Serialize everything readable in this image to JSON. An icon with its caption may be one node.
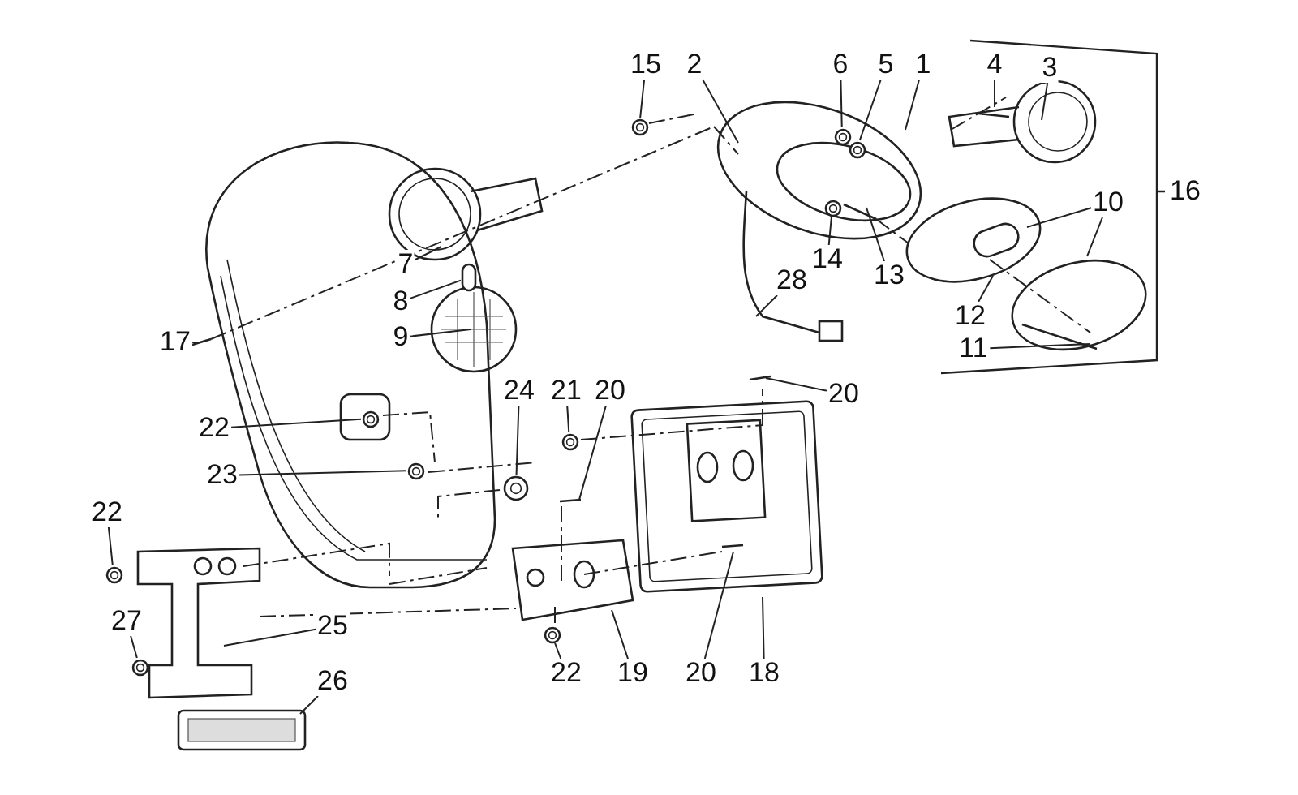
{
  "diagram": {
    "nodes": [
      {
        "text": [
          "15"
        ]
      },
      {
        "text": [
          "2"
        ]
      },
      {
        "text": [
          "6"
        ]
      },
      {
        "text": [
          "5"
        ]
      },
      {
        "text": [
          "1"
        ]
      },
      {
        "text": [
          "4"
        ]
      },
      {
        "text": [
          "3"
        ]
      },
      {
        "text": [
          "10"
        ]
      },
      {
        "text": [
          "7"
        ]
      },
      {
        "text": [
          "14"
        ]
      },
      {
        "text": [
          "13"
        ]
      },
      {
        "text": [
          "28"
        ]
      },
      {
        "text": [
          "8"
        ]
      },
      {
        "text": [
          "12"
        ]
      },
      {
        "text": [
          "9"
        ]
      },
      {
        "text": [
          "17"
        ]
      },
      {
        "text": [
          "11"
        ]
      },
      {
        "text": [
          "24"
        ]
      },
      {
        "text": [
          "21"
        ]
      },
      {
        "text": [
          "20"
        ]
      },
      {
        "text": [
          "20"
        ]
      },
      {
        "text": [
          "22"
        ]
      },
      {
        "text": [
          "23"
        ]
      },
      {
        "text": [
          "22"
        ]
      },
      {
        "text": [
          "27"
        ]
      },
      {
        "text": [
          "25"
        ]
      },
      {
        "text": [
          "22"
        ]
      },
      {
        "text": [
          "19"
        ]
      },
      {
        "text": [
          "20"
        ]
      },
      {
        "text": [
          "18"
        ]
      },
      {
        "text": [
          "26"
        ]
      },
      {
        "text": [],
        "shape": "circle"
      },
      {
        "text": [],
        "shape": "circle"
      },
      {
        "text": [],
        "shape": "circle"
      },
      {
        "text": [],
        "shape": "circle"
      },
      {
        "text": [],
        "shape": "box"
      },
      {
        "text": [],
        "shape": "circle"
      },
      {
        "text": [],
        "shape": "circle"
      },
      {
        "text": [],
        "shape": "circle"
      },
      {
        "text": [],
        "shape": "circle"
      },
      {
        "text": [],
        "shape": "circle"
      },
      {
        "text": [],
        "shape": "circle"
      },
      {
        "text": [],
        "shape": "circle"
      }
    ],
    "edges": [
      {
        "from": 0,
        "to": 31,
        "arrow": "none"
      },
      {
        "from": 1,
        "to": null,
        "arrow": "none"
      },
      {
        "from": 2,
        "to": 32,
        "arrow": "none"
      },
      {
        "from": 3,
        "to": 33,
        "arrow": "none"
      },
      {
        "from": 4,
        "to": null,
        "arrow": "none"
      },
      {
        "from": 5,
        "to": null,
        "arrow": "none"
      },
      {
        "from": 6,
        "to": null,
        "arrow": "none"
      },
      {
        "from": 7,
        "to": null,
        "arrow": "none"
      },
      {
        "from": 7,
        "to": null,
        "arrow": "none"
      },
      {
        "from": 8,
        "to": null,
        "arrow": "none"
      },
      {
        "from": 9,
        "to": 34,
        "arrow": "none"
      },
      {
        "from": 10,
        "to": null,
        "arrow": "none"
      },
      {
        "from": 11,
        "to": null,
        "arrow": "none"
      },
      {
        "from": 12,
        "to": 35,
        "arrow": "none"
      },
      {
        "from": 13,
        "to": null,
        "arrow": "none"
      },
      {
        "from": 14,
        "to": null,
        "arrow": "none"
      },
      {
        "from": 15,
        "to": null,
        "arrow": "none"
      },
      {
        "from": 16,
        "to": null,
        "arrow": "none"
      },
      {
        "from": 17,
        "to": 36,
        "arrow": "none"
      },
      {
        "from": 18,
        "to": 37,
        "arrow": "none"
      },
      {
        "from": 19,
        "to": null,
        "arrow": "none"
      },
      {
        "from": 20,
        "to": null,
        "arrow": "none"
      },
      {
        "from": 21,
        "to": 38,
        "arrow": "none"
      },
      {
        "from": 22,
        "to": 39,
        "arrow": "none"
      },
      {
        "from": 23,
        "to": 40,
        "arrow": "none"
      },
      {
        "from": 24,
        "to": 41,
        "arrow": "none"
      },
      {
        "from": 25,
        "to": null,
        "arrow": "none"
      },
      {
        "from": 26,
        "to": 42,
        "arrow": "none"
      },
      {
        "from": 27,
        "to": null,
        "arrow": "none"
      },
      {
        "from": 28,
        "to": null,
        "arrow": "none"
      },
      {
        "from": 29,
        "to": null,
        "arrow": "none"
      },
      {
        "from": 30,
        "to": null,
        "arrow": "none"
      }
    ],
    "labels": [
      "16"
    ]
  }
}
